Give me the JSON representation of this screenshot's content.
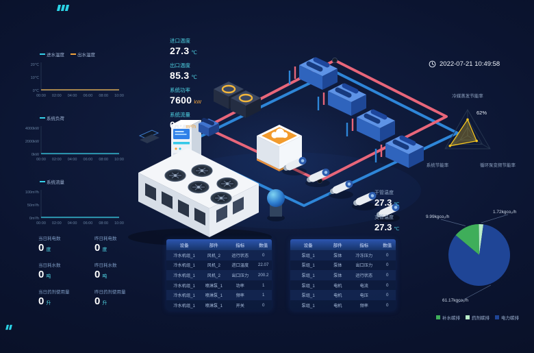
{
  "meta": {
    "timestamp": "2022-07-21 10:49:58"
  },
  "colors": {
    "accent_cyan": "#2bd3e6",
    "accent_orange": "#f2a33c",
    "pipe_red": "#e8667a",
    "pipe_blue": "#2e86d8",
    "radar_yellow": "#f5c51f"
  },
  "kpis": [
    {
      "label": "进口温度",
      "value": "27.3",
      "unit": "℃",
      "unit_color": "#4fd4e4"
    },
    {
      "label": "出口温度",
      "value": "85.3",
      "unit": "℃",
      "unit_color": "#4fd4e4"
    },
    {
      "label": "系统功率",
      "value": "7600",
      "unit": "kW",
      "unit_color": "#f2a33c"
    },
    {
      "label": "系统流量",
      "value": "0.0",
      "unit": "m³/h",
      "unit_color": "#f2a33c"
    }
  ],
  "pipe_metrics": [
    {
      "label": "干管温度",
      "value": "27.3",
      "unit": "℃"
    },
    {
      "label": "支管温度",
      "value": "27.3",
      "unit": "℃"
    }
  ],
  "counters": [
    {
      "label": "当日耗电数",
      "value": "0",
      "unit": "度"
    },
    {
      "label": "昨日耗电数",
      "value": "0",
      "unit": "度"
    },
    {
      "label": "当日耗水数",
      "value": "0",
      "unit": "吨"
    },
    {
      "label": "昨日耗水数",
      "value": "0",
      "unit": "吨"
    },
    {
      "label": "当日药剂使用量",
      "value": "0",
      "unit": "升"
    },
    {
      "label": "昨日药剂使用量",
      "value": "0",
      "unit": "升"
    }
  ],
  "tables": [
    {
      "headers": [
        "设备",
        "部件",
        "指标",
        "数值"
      ],
      "rows": [
        [
          "冷水机组_1",
          "风机_2",
          "运行状态",
          "0"
        ],
        [
          "冷水机组_1",
          "风机_2",
          "进口温度",
          "22.07"
        ],
        [
          "冷水机组_1",
          "风机_2",
          "出口压力",
          "200.2"
        ],
        [
          "冷水机组_1",
          "喷淋泵_1",
          "功率",
          "1"
        ],
        [
          "冷水机组_1",
          "喷淋泵_1",
          "频率",
          "1"
        ],
        [
          "冷水机组_1",
          "喷淋泵_1",
          "开关",
          "0"
        ]
      ]
    },
    {
      "headers": [
        "设备",
        "部件",
        "指标",
        "数值"
      ],
      "rows": [
        [
          "泵组_1",
          "泵体",
          "冷冻压力",
          "0"
        ],
        [
          "泵组_1",
          "泵体",
          "出口压力",
          "0"
        ],
        [
          "泵组_1",
          "泵体",
          "运行状态",
          "0"
        ],
        [
          "泵组_1",
          "电机",
          "电流",
          "0"
        ],
        [
          "泵组_1",
          "电机",
          "电压",
          "0"
        ],
        [
          "泵组_1",
          "电机",
          "频率",
          "0"
        ]
      ]
    }
  ],
  "trend_charts": [
    {
      "type": "line",
      "legend": [
        {
          "label": "进水温度",
          "color": "#35d0e8"
        },
        {
          "label": "出水温度",
          "color": "#f2a33c"
        }
      ],
      "y_ticks": [
        "20℃",
        "10℃",
        "0℃"
      ],
      "x_ticks": [
        "00:00",
        "02:00",
        "04:00",
        "06:00",
        "08:00",
        "10:00"
      ],
      "y_max": 20,
      "series": [
        {
          "name": "进水温度",
          "color": "#35d0e8",
          "values": [
            0,
            0,
            0,
            0,
            0,
            0
          ]
        },
        {
          "name": "出水温度",
          "color": "#f2a33c",
          "values": [
            0,
            0,
            0,
            0,
            0,
            0
          ]
        }
      ]
    },
    {
      "type": "line",
      "legend": [
        {
          "label": "系统负荷",
          "color": "#35d0e8"
        }
      ],
      "y_ticks": [
        "4000kW",
        "2000kW",
        "0kW"
      ],
      "x_ticks": [
        "00:00",
        "02:00",
        "04:00",
        "06:00",
        "08:00",
        "10:00"
      ],
      "y_max": 4000,
      "series": [
        {
          "name": "系统负荷",
          "color": "#35d0e8",
          "values": [
            0,
            0,
            0,
            0,
            0,
            0
          ]
        }
      ]
    },
    {
      "type": "line",
      "legend": [
        {
          "label": "系统流量",
          "color": "#35d0e8"
        }
      ],
      "y_ticks": [
        "100m³/h",
        "50m³/h",
        "0m³/h"
      ],
      "x_ticks": [
        "00:00",
        "02:00",
        "04:00",
        "06:00",
        "08:00",
        "10:00"
      ],
      "y_max": 100,
      "series": [
        {
          "name": "系统流量",
          "color": "#35d0e8",
          "values": [
            0,
            0,
            0,
            0,
            0,
            0
          ]
        }
      ]
    }
  ],
  "radar": {
    "type": "radar",
    "value_label": "62%",
    "axes": [
      {
        "label": "冷媒蒸发节能率",
        "value": 62
      },
      {
        "label": "循环泵变频节能率",
        "value": 40
      },
      {
        "label": "系统节能率",
        "value": 78
      }
    ]
  },
  "pie": {
    "type": "pie",
    "start_angle": -140,
    "slices": [
      {
        "label": "补水碳排",
        "value": 9.99,
        "display": "9.99kgco₂/h",
        "color": "#3fae5a"
      },
      {
        "label": "药剂碳排",
        "value": 1.72,
        "display": "1.72kgco₂/h",
        "color": "#b9edc9"
      },
      {
        "label": "电力碳排",
        "value": 61.17,
        "display": "61.17kgco₂/h",
        "color": "#1f4596"
      }
    ]
  }
}
